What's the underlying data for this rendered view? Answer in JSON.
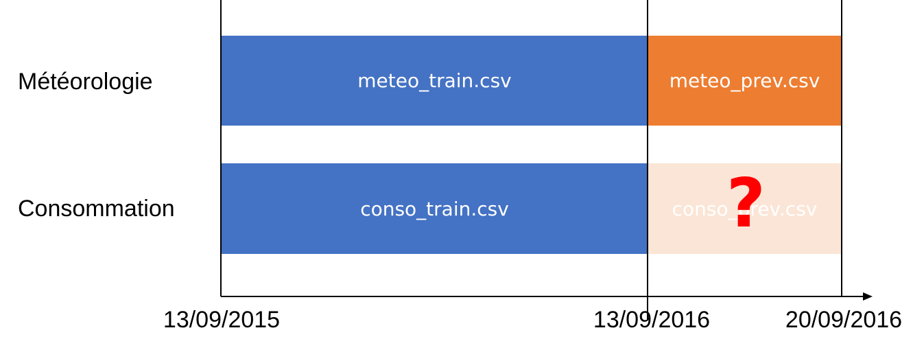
{
  "rows": [
    {
      "label": "Météorologie",
      "train_file": "meteo_train.csv",
      "prev_file": "meteo_prev.csv"
    },
    {
      "label": "Consommation",
      "train_file": "conso_train.csv",
      "prev_file": "conso_prev.csv"
    }
  ],
  "dates": [
    "13/09/2015",
    "13/09/2016",
    "20/09/2016"
  ],
  "unknown_marker": "?",
  "colors": {
    "train": "#4472C4",
    "prev_known": "#ED7D31",
    "prev_unknown": "#FBE5D6",
    "prev_unknown_text": "#ffffff",
    "marker": "#FF0000",
    "axis": "#000000"
  }
}
